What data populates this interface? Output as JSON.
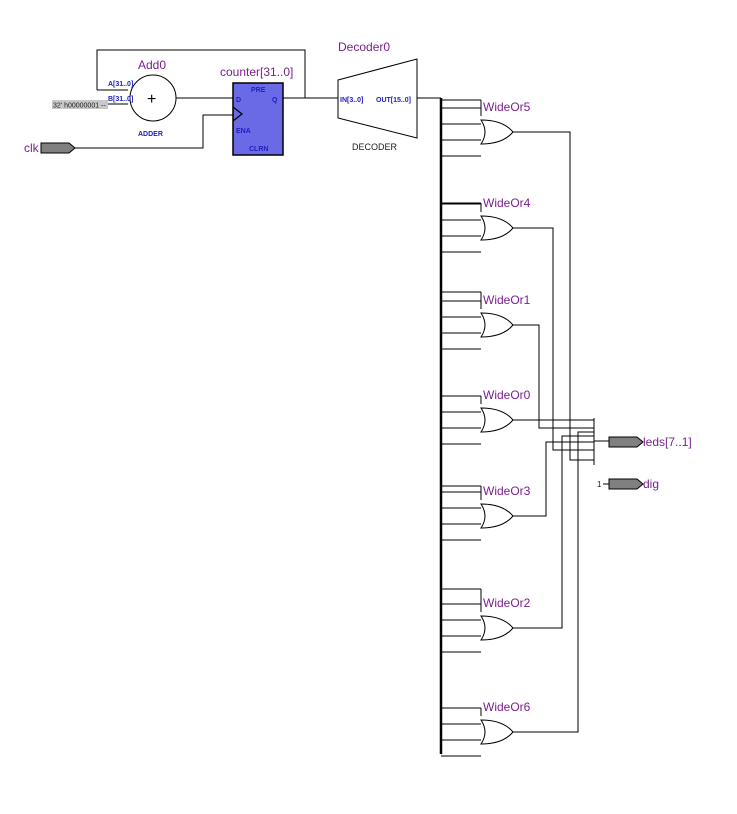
{
  "adder": {
    "name": "Add0",
    "type_label": "ADDER",
    "port_a": "A[31..0]",
    "port_b": "B[31..0]",
    "symbol": "+",
    "constant": "32' h00000001 --"
  },
  "register": {
    "name": "counter[31..0]",
    "pre": "PRE",
    "d": "D",
    "q": "Q",
    "ena": "ENA",
    "clrn": "CLRN",
    "fill_color": "#6a6ae6"
  },
  "decoder": {
    "name": "Decoder0",
    "type_label": "DECODER",
    "port_in": "IN[3..0]",
    "port_out": "OUT[15..0]"
  },
  "inputs": {
    "clk": "clk"
  },
  "outputs": {
    "leds": "leds[7..1]",
    "dig": "dig",
    "dig_const": "1"
  },
  "gates": [
    {
      "name": "WideOr5"
    },
    {
      "name": "WideOr4"
    },
    {
      "name": "WideOr1"
    },
    {
      "name": "WideOr0"
    },
    {
      "name": "WideOr3"
    },
    {
      "name": "WideOr2"
    },
    {
      "name": "WideOr6"
    }
  ],
  "colors": {
    "wire": "#000000",
    "label": "#7a1f8f",
    "port": "#2020c0",
    "pin": "#808080"
  }
}
